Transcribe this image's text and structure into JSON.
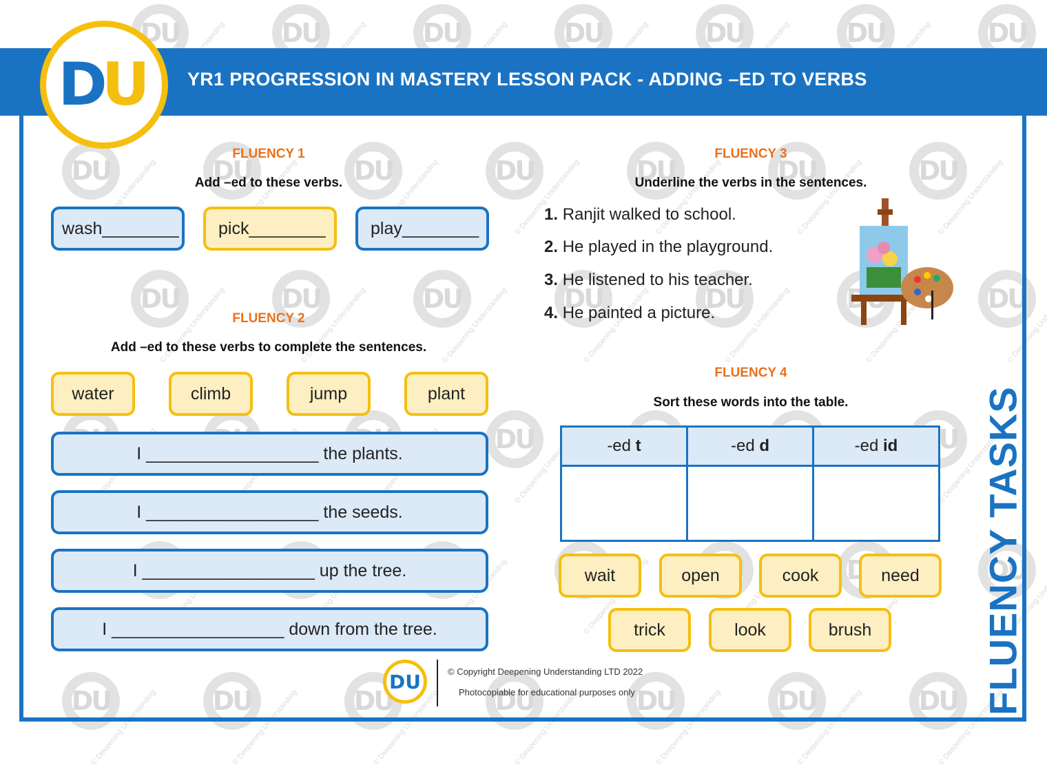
{
  "header": {
    "title": "YR1 PROGRESSION IN MASTERY LESSON PACK - ADDING –ED TO VERBS",
    "logo_d": "D",
    "logo_u": "U"
  },
  "watermark": {
    "mark": "DU",
    "text": "© Deepening Understanding"
  },
  "fluency1": {
    "title": "FLUENCY 1",
    "instruction": "Add –ed to these verbs.",
    "words": [
      "wash________",
      "pick________",
      "play________"
    ]
  },
  "fluency2": {
    "title": "FLUENCY 2",
    "instruction": "Add –ed to these verbs to complete the sentences.",
    "words": [
      "water",
      "climb",
      "jump",
      "plant"
    ],
    "sentences": [
      "I __________________ the plants.",
      "I __________________ the seeds.",
      "I __________________ up the tree.",
      "I __________________ down from the tree."
    ]
  },
  "fluency3": {
    "title": "FLUENCY 3",
    "instruction": "Underline the verbs in the sentences.",
    "sentences": [
      {
        "num": "1.",
        "text": "Ranjit walked to school."
      },
      {
        "num": "2.",
        "text": "He played in the playground."
      },
      {
        "num": "3.",
        "text": "He listened to his teacher."
      },
      {
        "num": "4.",
        "text": "He painted a picture."
      }
    ]
  },
  "fluency4": {
    "title": "FLUENCY 4",
    "instruction": "Sort these words into the table.",
    "columns": [
      {
        "prefix": "-ed ",
        "bold": "t"
      },
      {
        "prefix": "-ed ",
        "bold": "d"
      },
      {
        "prefix": "-ed ",
        "bold": "id"
      }
    ],
    "words_row1": [
      "wait",
      "open",
      "cook",
      "need"
    ],
    "words_row2": [
      "trick",
      "look",
      "brush"
    ]
  },
  "side_label": "FLUENCY TASKS",
  "footer": {
    "logo": "DU",
    "copyright": "© Copyright Deepening Understanding LTD 2022",
    "note": "Photocopiable for educational purposes only"
  },
  "colors": {
    "blue": "#1a73c2",
    "yellow": "#f5bf0f",
    "orange": "#e8711b"
  }
}
